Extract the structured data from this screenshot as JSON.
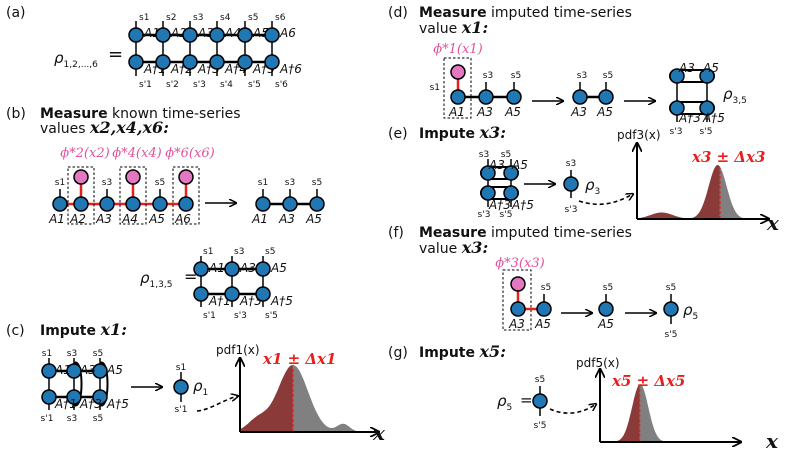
{
  "panel_a": {
    "label": "(a)",
    "rho_symbol": "ρ",
    "rho_subscript": "1,2,...,6",
    "equals": "=",
    "top_sites": [
      "s1",
      "s2",
      "s3",
      "s4",
      "s5",
      "s6"
    ],
    "bottom_sites": [
      "s'1",
      "s'2",
      "s'3",
      "s'4",
      "s'5",
      "s'6"
    ],
    "top_tensors": [
      "A1",
      "A2",
      "A3",
      "A4",
      "A5",
      "A6"
    ],
    "bottom_tensors": [
      "A†1",
      "A†2",
      "A†3",
      "A†4",
      "A†5",
      "A†6"
    ]
  },
  "panel_b": {
    "label": "(b)",
    "heading_bold": "Measure",
    "heading_rest": "known time-series",
    "heading_line2": "values",
    "heading_vars": "x2,x4,x6",
    "heading_colon": ":",
    "phi_labels": [
      "ϕ*2(x2)",
      "ϕ*4(x4)",
      "ϕ*6(x6)"
    ],
    "sites": [
      "s1",
      "s3",
      "s5"
    ],
    "tensors": [
      "A1",
      "A2",
      "A3",
      "A4",
      "A5",
      "A6"
    ],
    "result_tensors": [
      "A1",
      "A3",
      "A5"
    ],
    "result_sites": [
      "s1",
      "s3",
      "s5"
    ],
    "rho_symbol": "ρ",
    "rho_subscript": "1,3,5",
    "equals": "=",
    "rho_top_sites": [
      "s1",
      "s3",
      "s5"
    ],
    "rho_bottom_sites": [
      "s'1",
      "s'3",
      "s'5"
    ],
    "rho_top_tensors": [
      "A1",
      "A3",
      "A5"
    ],
    "rho_bottom_tensors": [
      "A†1",
      "A†3",
      "A†5"
    ]
  },
  "panel_c": {
    "label": "(c)",
    "heading_bold": "Impute",
    "heading_var": "x1",
    "heading_colon": ":",
    "tensors": [
      "A1",
      "A3",
      "A5",
      "A†1",
      "A†3",
      "A†5"
    ],
    "top_sites": [
      "s1",
      "s3",
      "s5"
    ],
    "bottom_sites": [
      "s'1",
      "s3",
      "s5"
    ],
    "rho_symbol": "ρ",
    "rho_subscript": "1",
    "rho_sites": [
      "s1",
      "s'1"
    ],
    "pdf_label": "pdf1(x)",
    "annotation": "x1 ± Δx1",
    "x_axis": "x"
  },
  "panel_d": {
    "label": "(d)",
    "heading_bold": "Measure",
    "heading_rest": "imputed time-series",
    "heading_line2": "value",
    "heading_var": "x1",
    "heading_colon": ":",
    "phi_label": "ϕ*1(x1)",
    "sites": [
      "s1",
      "s3",
      "s5"
    ],
    "tensors": [
      "A1",
      "A3",
      "A5"
    ],
    "mid_tensors": [
      "A3",
      "A5"
    ],
    "final_tensors": [
      "A3",
      "A5",
      "A†3",
      "A†5"
    ],
    "final_sites": [
      "s'3",
      "s'5"
    ],
    "rho_symbol": "ρ",
    "rho_subscript": "3,5"
  },
  "panel_e": {
    "label": "(e)",
    "heading_bold": "Impute",
    "heading_var": "x3",
    "heading_colon": ":",
    "sites": [
      "s3",
      "s5",
      "s'3",
      "s'5"
    ],
    "tensors": [
      "A3",
      "A5",
      "A†3",
      "A†5"
    ],
    "rho_symbol": "ρ",
    "rho_subscript": "3",
    "rho_sites": [
      "s3",
      "s'3"
    ],
    "pdf_label": "pdf3(x)",
    "annotation": "x3 ± Δx3",
    "x_axis": "x"
  },
  "panel_f": {
    "label": "(f)",
    "heading_bold": "Measure",
    "heading_rest": "imputed time-series",
    "heading_line2": "value",
    "heading_var": "x3",
    "heading_colon": ":",
    "phi_label": "ϕ*3(x3)",
    "sites": [
      "s5"
    ],
    "tensors": [
      "A3",
      "A5"
    ],
    "mid_tensor": "A5",
    "mid_site": "s5",
    "rho_symbol": "ρ",
    "rho_subscript": "5",
    "rho_sites": [
      "s5",
      "s'5"
    ]
  },
  "panel_g": {
    "label": "(g)",
    "heading_bold": "Impute",
    "heading_var": "x5",
    "heading_colon": ":",
    "rho_symbol": "ρ",
    "rho_subscript": "5",
    "equals": "=",
    "rho_sites": [
      "s5",
      "s'5"
    ],
    "pdf_label": "pdf5(x)",
    "annotation": "x5 ± Δx5",
    "x_axis": "x"
  },
  "colors": {
    "tensor_node": "#1f77b4",
    "measured_node": "#e377c2",
    "measure_bond": "#e8201d",
    "pdf_left": "#8b3a3a",
    "pdf_right": "#808080"
  }
}
